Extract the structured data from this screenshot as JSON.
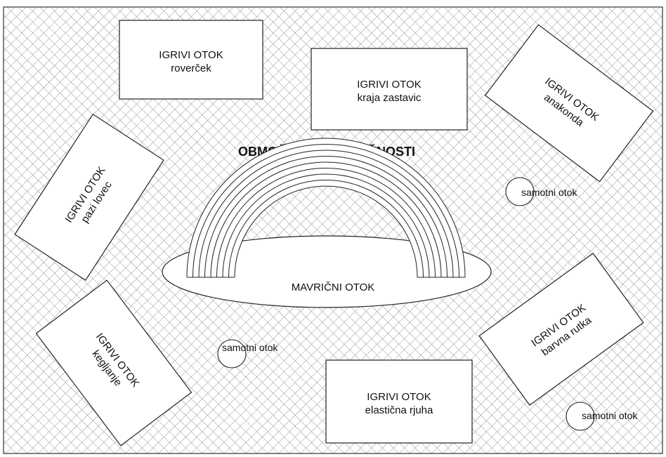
{
  "caption": ", , ",
  "area_title": "OBMOČJE SIVE SEBIČNOSTI",
  "rainbow_island": {
    "label": "MAVRIČNI OTOK"
  },
  "islands": [
    {
      "title": "IGRIVI OTOK",
      "name": "roverček"
    },
    {
      "title": "IGRIVI OTOK",
      "name": "kraja zastavic"
    },
    {
      "title": "IGRIVI OTOK",
      "name": "anakonda"
    },
    {
      "title": "IGRIVI OTOK",
      "name": "pazi lovec"
    },
    {
      "title": "IGRIVI OTOK",
      "name": "kegljanje"
    },
    {
      "title": "IGRIVI OTOK",
      "name": "elastična rjuha"
    },
    {
      "title": "IGRIVI OTOK",
      "name": "barvna rutka"
    }
  ],
  "lonely_islands": [
    {
      "label": "samotni otok"
    },
    {
      "label": "samotni otok"
    },
    {
      "label": "samotni otok"
    }
  ]
}
